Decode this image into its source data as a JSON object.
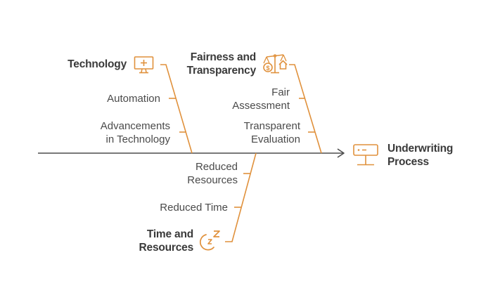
{
  "diagram": {
    "type": "fishbone",
    "effect": {
      "label_lines": [
        "Underwriting",
        "Process"
      ],
      "icon": "monitor-stand-icon"
    },
    "colors": {
      "accent": "#E0913C",
      "spine": "#4d4d4d",
      "text": "#4a4a4a",
      "category_text": "#3a3a3a",
      "background": "#ffffff"
    },
    "categories": [
      {
        "id": "technology",
        "label": "Technology",
        "icon": "monitor-plus-icon",
        "position": "top",
        "causes": [
          {
            "lines": [
              "Automation"
            ]
          },
          {
            "lines": [
              "Advancements",
              "in Technology"
            ]
          }
        ]
      },
      {
        "id": "fairness",
        "label_lines": [
          "Fairness and",
          "Transparency"
        ],
        "icon": "scales-icon",
        "position": "top",
        "causes": [
          {
            "lines": [
              "Fair",
              "Assessment"
            ]
          },
          {
            "lines": [
              "Transparent",
              "Evaluation"
            ]
          }
        ]
      },
      {
        "id": "time",
        "label_lines": [
          "Time and",
          "Resources"
        ],
        "icon": "sleep-moon-icon",
        "position": "bottom",
        "causes": [
          {
            "lines": [
              "Reduced",
              "Resources"
            ]
          },
          {
            "lines": [
              "Reduced Time"
            ]
          }
        ]
      }
    ]
  }
}
